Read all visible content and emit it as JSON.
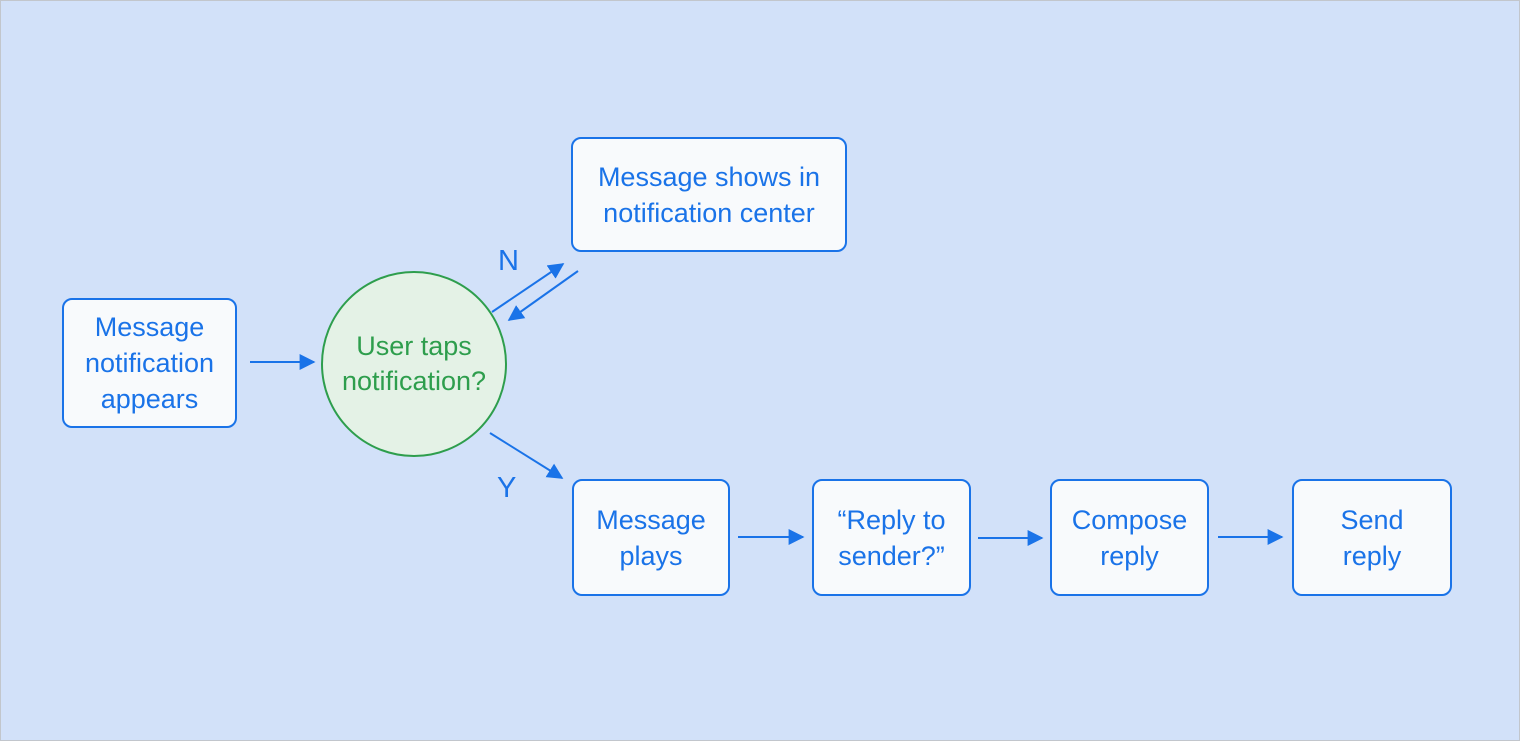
{
  "diagram": {
    "title": "message notification flowchart",
    "colors": {
      "background": "#d2e1f9",
      "node_fill": "#f8fafc",
      "accent_blue": "#1a73e8",
      "decision_fill": "#e4f2e6",
      "accent_green": "#2e9e4d"
    },
    "nodes": {
      "start": {
        "label": "Message\nnotification\nappears",
        "shape": "rectangle"
      },
      "decision": {
        "label": "User taps\nnotification?",
        "shape": "circle"
      },
      "notification_center": {
        "label": "Message shows in\nnotification center",
        "shape": "rectangle"
      },
      "message_plays": {
        "label": "Message\nplays",
        "shape": "rectangle"
      },
      "reply_prompt": {
        "label": "“Reply to\nsender?”",
        "shape": "rectangle"
      },
      "compose_reply": {
        "label": "Compose\nreply",
        "shape": "rectangle"
      },
      "send_reply": {
        "label": "Send\nreply",
        "shape": "rectangle"
      }
    },
    "edge_labels": {
      "no": "N",
      "yes": "Y"
    },
    "edges": [
      {
        "from": "start",
        "to": "decision",
        "label": ""
      },
      {
        "from": "decision",
        "to": "notification_center",
        "label": "N",
        "bidirectional": true
      },
      {
        "from": "decision",
        "to": "message_plays",
        "label": "Y"
      },
      {
        "from": "message_plays",
        "to": "reply_prompt",
        "label": ""
      },
      {
        "from": "reply_prompt",
        "to": "compose_reply",
        "label": ""
      },
      {
        "from": "compose_reply",
        "to": "send_reply",
        "label": ""
      }
    ]
  }
}
